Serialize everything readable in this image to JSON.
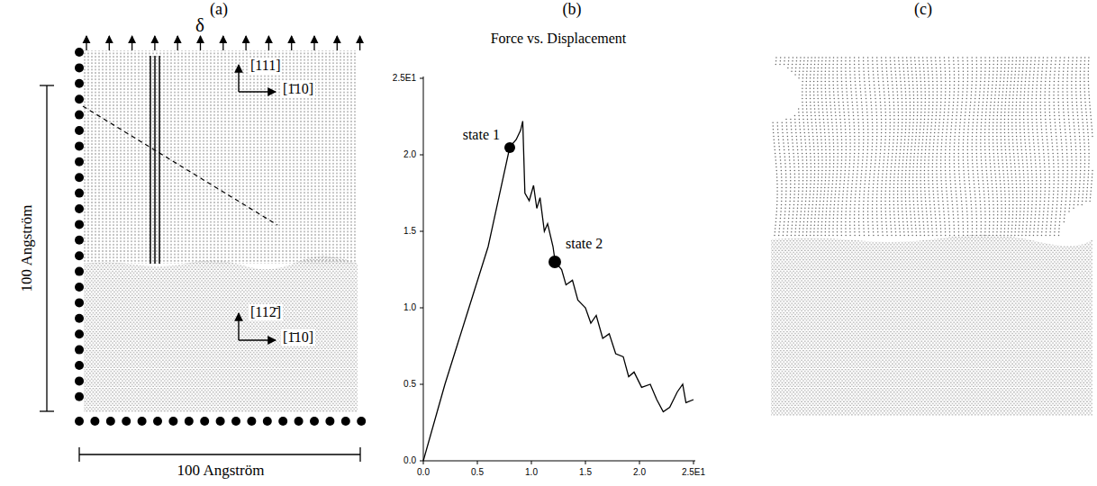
{
  "diagram": {
    "labels": [
      "(a)",
      "(b)",
      "(c)",
      "δ",
      "100 Angström",
      "100 Angström",
      "[111]",
      "[1̄10]",
      "[112̄]",
      "[1̄10]",
      "Force vs. Displacement",
      "state 1",
      "state 2",
      "0.0",
      "0.5",
      "1.0",
      "1.5",
      "2.0",
      "2.5E1",
      "0.0",
      "0.5",
      "1.0",
      "1.5",
      "2.0",
      "2.5E1"
    ]
  }
}
